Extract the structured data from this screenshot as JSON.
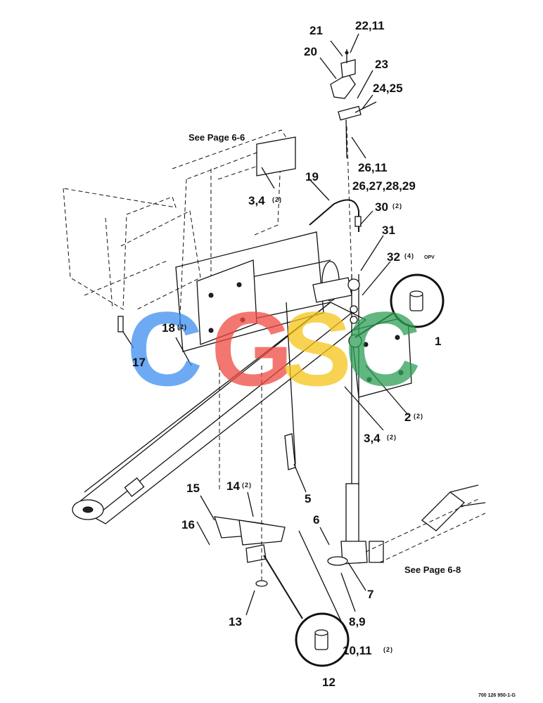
{
  "callouts": {
    "c21": "21",
    "c22_11": "22,11",
    "c20": "20",
    "c23": "23",
    "c24_25": "24,25",
    "c26_11": "26,11",
    "c26_29": "26,27,28,29",
    "c19": "19",
    "c30": "30",
    "c30_qty": "(2)",
    "c31": "31",
    "c32": "32",
    "c32_qty": "(4)",
    "c32_opv": "OPV",
    "c3_4_top": "3,4",
    "c3_4_top_qty": "(2)",
    "c1": "1",
    "c18": "18",
    "c18_qty": "(2)",
    "c17": "17",
    "c2": "2",
    "c2_qty": "(2)",
    "c3_4_mid": "3,4",
    "c3_4_mid_qty": "(2)",
    "c5": "5",
    "c15": "15",
    "c14": "14",
    "c14_qty": "(2)",
    "c16": "16",
    "c6": "6",
    "c7": "7",
    "c8_9": "8,9",
    "c13": "13",
    "c10_11": "10,11",
    "c10_11_qty": "(2)",
    "c12": "12"
  },
  "notes": {
    "see_6_6": "See Page 6-6",
    "see_6_8": "See Page 6-8",
    "figure_number": "700 126 950-1-G"
  },
  "watermark": {
    "letters": [
      "C",
      "G",
      "S",
      "C"
    ],
    "colors": [
      "#3d8ef0",
      "#ef4a42",
      "#f5c518",
      "#2e9e55"
    ]
  }
}
